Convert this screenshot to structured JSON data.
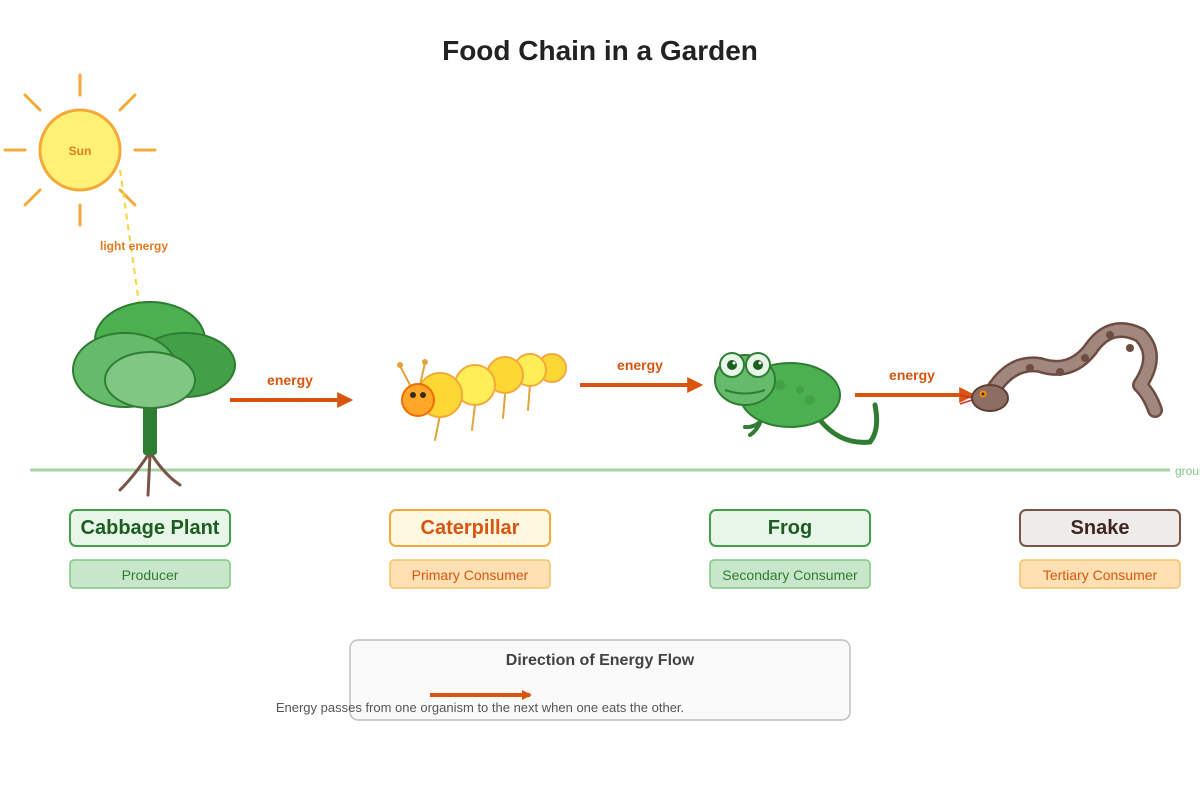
{
  "title": "Food Chain in a Garden",
  "sun": {
    "label": "Sun",
    "light_label": "light energy"
  },
  "ground_label": "ground",
  "arrow_label": "energy",
  "organisms": [
    {
      "name": "Cabbage Plant",
      "role": "Producer",
      "icon": "cabbage-plant-icon"
    },
    {
      "name": "Caterpillar",
      "role": "Primary Consumer",
      "icon": "caterpillar-icon"
    },
    {
      "name": "Frog",
      "role": "Secondary Consumer",
      "icon": "frog-icon"
    },
    {
      "name": "Snake",
      "role": "Tertiary Consumer",
      "icon": "snake-icon"
    }
  ],
  "legend": {
    "title": "Direction of Energy Flow",
    "note": "Energy passes from one organism to the next when one eats the other."
  },
  "colors": {
    "arrow": "#d9550f",
    "plant_green": "#43a047",
    "sun_yellow": "#fff176",
    "sun_ray": "#f4a93a",
    "snake_brown": "#8d6e63"
  }
}
